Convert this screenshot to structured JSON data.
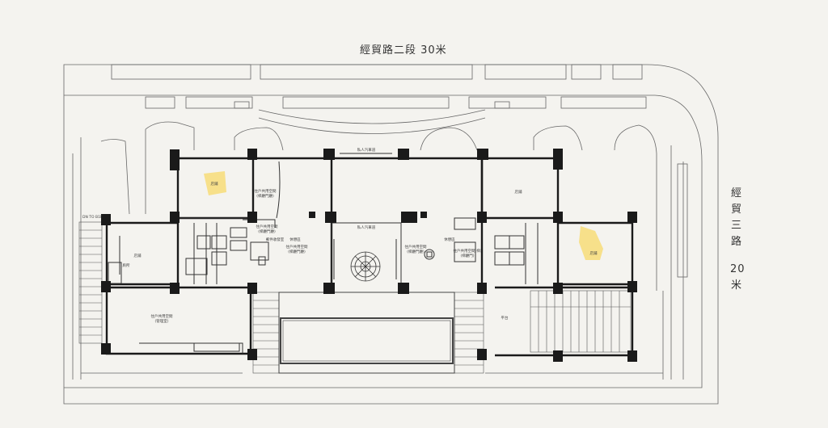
{
  "roads": {
    "north": "經貿路二段 30米",
    "east_name": [
      "經",
      "貿",
      "三",
      "路"
    ],
    "east_width": [
      "20",
      "米"
    ]
  },
  "labels": {
    "porch_top": "私人汽車道",
    "porch_mid": "私人汽車道",
    "mail_left": "郵件收發室",
    "restroom": "廁所",
    "gate": "DN TO B1F",
    "lounge_left": "休憩區",
    "lounge_right": "休憩區",
    "bench": "平台"
  },
  "rooms": {
    "nw_label": "店鋪",
    "nw_area": "",
    "west_label": "店鋪",
    "ne_label": "店鋪",
    "east_label": "店鋪",
    "lobby_left_1": "住戶共用空間",
    "lobby_left_2": "(梯廳門廳)",
    "lobby_mid_1": "住戶共用空間",
    "lobby_mid_2": "(梯廳門廳)",
    "lobby_right_1": "住戶共用空間",
    "lobby_right_2": "(梯廳門廳)",
    "lobby_far_1": "住戶共用空間",
    "lobby_far_2": "(梯廳門廳)",
    "mgmt_1": "住戶共用空間",
    "mgmt_2": "(管理室)",
    "bike_1": "住戶共用空間(梯)",
    "bike_2": "(梯廳門)"
  },
  "colors": {
    "shop_highlight": "#f7e08a",
    "wall": "#1a1a1a",
    "line": "#555555"
  }
}
